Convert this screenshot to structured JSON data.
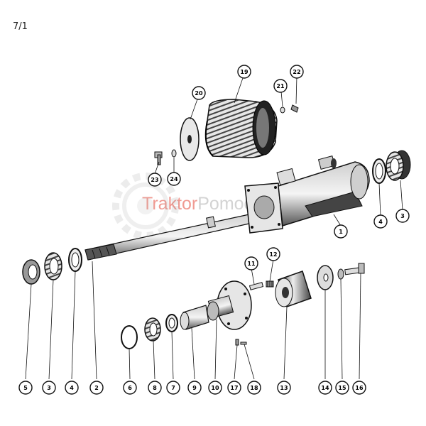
{
  "page_number": "7/1",
  "watermark": {
    "part1": "Traktor",
    "part2": "Pomocnik.sk",
    "colors": {
      "part1": "#eb786e",
      "part2": "#c8c8c8"
    }
  },
  "callouts": [
    {
      "id": "c1",
      "label": "1"
    },
    {
      "id": "c2",
      "label": "2"
    },
    {
      "id": "c3a",
      "label": "3"
    },
    {
      "id": "c3b",
      "label": "3"
    },
    {
      "id": "c4a",
      "label": "4"
    },
    {
      "id": "c4b",
      "label": "4"
    },
    {
      "id": "c5",
      "label": "5"
    },
    {
      "id": "c6",
      "label": "6"
    },
    {
      "id": "c7",
      "label": "7"
    },
    {
      "id": "c8",
      "label": "8"
    },
    {
      "id": "c9",
      "label": "9"
    },
    {
      "id": "c10",
      "label": "10"
    },
    {
      "id": "c11",
      "label": "11"
    },
    {
      "id": "c12",
      "label": "12"
    },
    {
      "id": "c13",
      "label": "13"
    },
    {
      "id": "c14",
      "label": "14"
    },
    {
      "id": "c15",
      "label": "15"
    },
    {
      "id": "c16",
      "label": "16"
    },
    {
      "id": "c17",
      "label": "17"
    },
    {
      "id": "c18",
      "label": "18"
    },
    {
      "id": "c19",
      "label": "19"
    },
    {
      "id": "c20",
      "label": "20"
    },
    {
      "id": "c21",
      "label": "21"
    },
    {
      "id": "c22",
      "label": "22"
    },
    {
      "id": "c23",
      "label": "23"
    },
    {
      "id": "c24",
      "label": "24"
    }
  ]
}
